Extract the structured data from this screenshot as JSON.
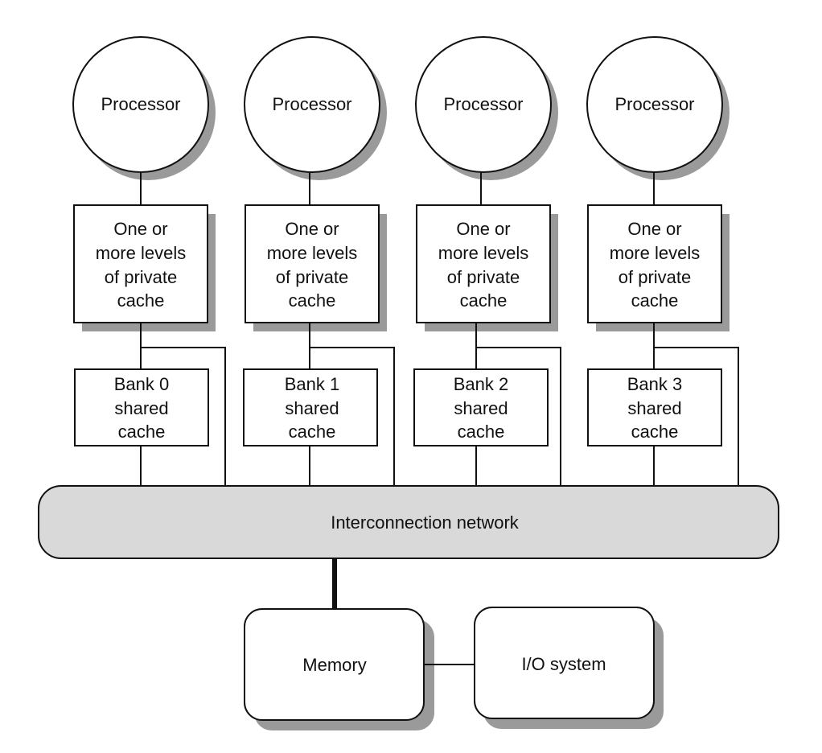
{
  "processors": [
    {
      "label": "Processor"
    },
    {
      "label": "Processor"
    },
    {
      "label": "Processor"
    },
    {
      "label": "Processor"
    }
  ],
  "private_caches": [
    {
      "lines": [
        "One or",
        "more levels",
        "of private",
        "cache"
      ]
    },
    {
      "lines": [
        "One or",
        "more levels",
        "of private",
        "cache"
      ]
    },
    {
      "lines": [
        "One or",
        "more levels",
        "of private",
        "cache"
      ]
    },
    {
      "lines": [
        "One or",
        "more levels",
        "of private",
        "cache"
      ]
    }
  ],
  "shared_banks": [
    {
      "lines": [
        "Bank 0",
        "shared",
        "cache"
      ]
    },
    {
      "lines": [
        "Bank 1",
        "shared",
        "cache"
      ]
    },
    {
      "lines": [
        "Bank 2",
        "shared",
        "cache"
      ]
    },
    {
      "lines": [
        "Bank 3",
        "shared",
        "cache"
      ]
    }
  ],
  "interconnect": {
    "label": "Interconnection network"
  },
  "memory": {
    "label": "Memory"
  },
  "io": {
    "label": "I/O system"
  },
  "colors": {
    "shadow": "#9a9a9a",
    "network_fill": "#d9d9d9",
    "line": "#111111"
  }
}
